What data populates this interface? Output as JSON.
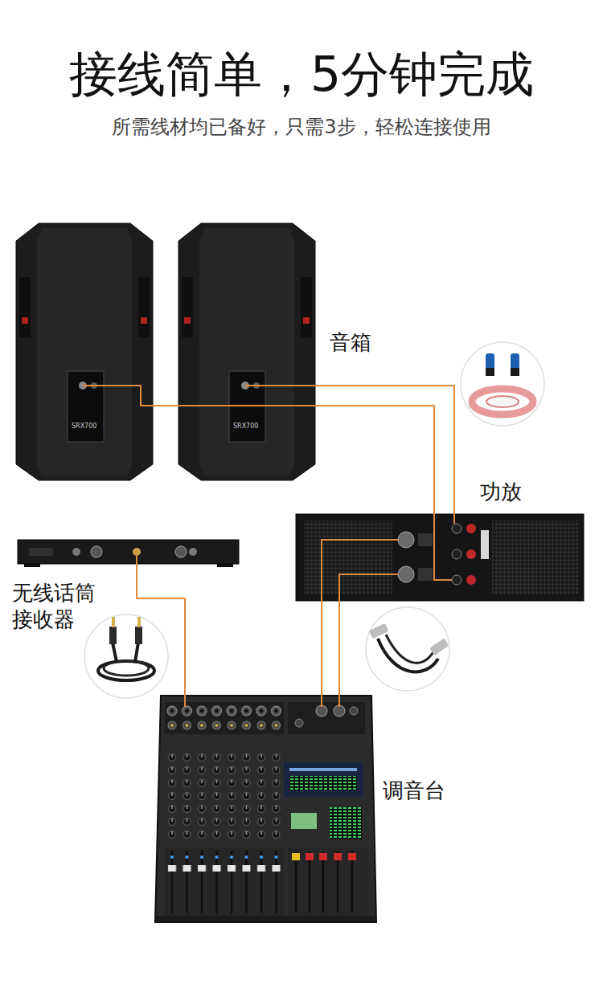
{
  "diagram": {
    "title": "接线简单，5分钟完成",
    "caption": "所需线材均已备好，只需3步，轻松连接使用",
    "nodes": [
      {
        "text": [
          "音箱"
        ]
      },
      {
        "text": [
          "功放"
        ]
      },
      {
        "text": [
          "无线话筒接收器"
        ]
      },
      {
        "text": [
          "调音台"
        ]
      }
    ],
    "edges": [
      {
        "from": 1,
        "to": 0,
        "arrow": "none"
      },
      {
        "from": 1,
        "to": 0,
        "arrow": "none"
      },
      {
        "from": 2,
        "to": 3,
        "arrow": "none"
      },
      {
        "from": 3,
        "to": 1,
        "arrow": "none"
      },
      {
        "from": 3,
        "to": 1,
        "arrow": "none"
      }
    ],
    "labels": [
      "SRX700",
      "SRX700"
    ]
  }
}
